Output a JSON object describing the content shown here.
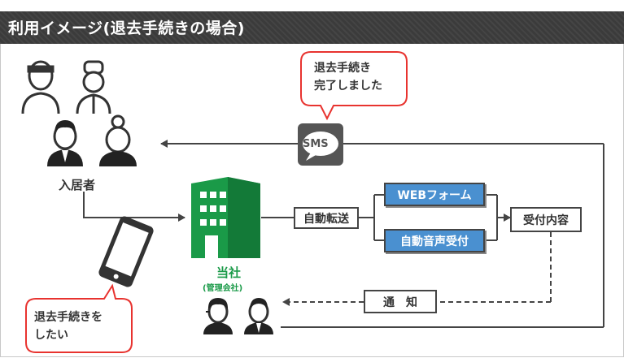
{
  "header": {
    "title": "利用イメージ(退去手続きの場合)"
  },
  "tenant": {
    "label": "入居者"
  },
  "company": {
    "name": "当社",
    "sub": "(管理会社)"
  },
  "bubbles": {
    "sms_done_line1": "退去手続き",
    "sms_done_line2": "完了しました",
    "request_line1": "退去手続きを",
    "request_line2": "したい"
  },
  "sms_icon": {
    "label": "SMS"
  },
  "flow": {
    "auto_transfer": "自動転送",
    "web_form": "WEBフォーム",
    "voice_reception": "自動音声受付",
    "reception_details": "受付内容",
    "notification": "通　知"
  },
  "colors": {
    "accent_red": "#e8332f",
    "building_green": "#1a9a48",
    "blue_box": "#4a90d0",
    "header_bg": "#3b3b3b"
  }
}
